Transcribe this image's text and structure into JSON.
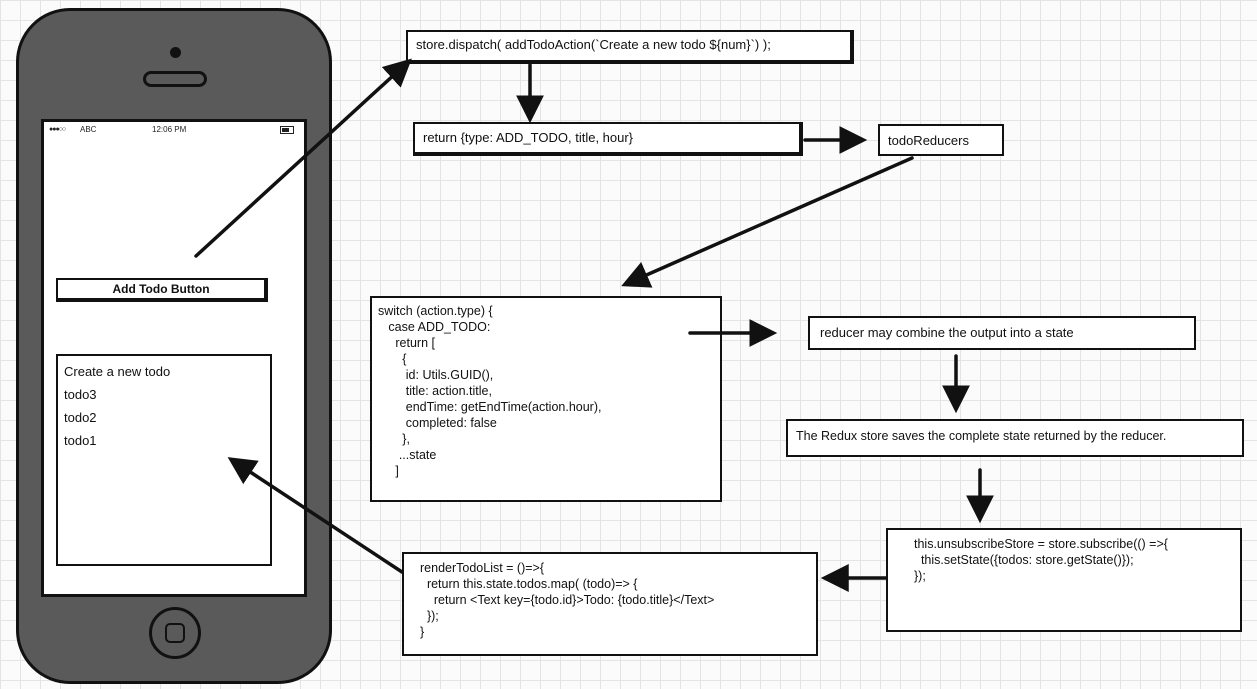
{
  "phone": {
    "status": {
      "carrier": "ABC",
      "time": "12:06 PM"
    },
    "add_button_label": "Add Todo Button",
    "todo_list": [
      "Create a new todo",
      "todo3",
      "todo2",
      "todo1"
    ]
  },
  "diagram": {
    "dispatch_code": "store.dispatch( addTodoAction(`Create a new todo ${num}`) );",
    "action_return": "return {type: ADD_TODO, title, hour}",
    "todo_reducers": "todoReducers",
    "switch_code": [
      "switch (action.type) {",
      "   case ADD_TODO:",
      "     return [",
      "       {",
      "        id: Utils.GUID(),",
      "        title: action.title,",
      "        endTime: getEndTime(action.hour),",
      "        completed: false",
      "       },",
      "      ...state",
      "     ]"
    ],
    "combine_state": "reducer may combine the output into a  state",
    "store_saves": "The Redux store saves the complete state returned by the reducer.",
    "subscribe_code": [
      "this.unsubscribeStore = store.subscribe(() =>{",
      "  this.setState({todos: store.getState()});",
      "});"
    ],
    "render_code": [
      "renderTodoList = ()=>{",
      "  return this.state.todos.map( (todo)=> {",
      "    return <Text key={todo.id}>Todo: {todo.title}</Text>",
      "  });",
      "}"
    ]
  }
}
